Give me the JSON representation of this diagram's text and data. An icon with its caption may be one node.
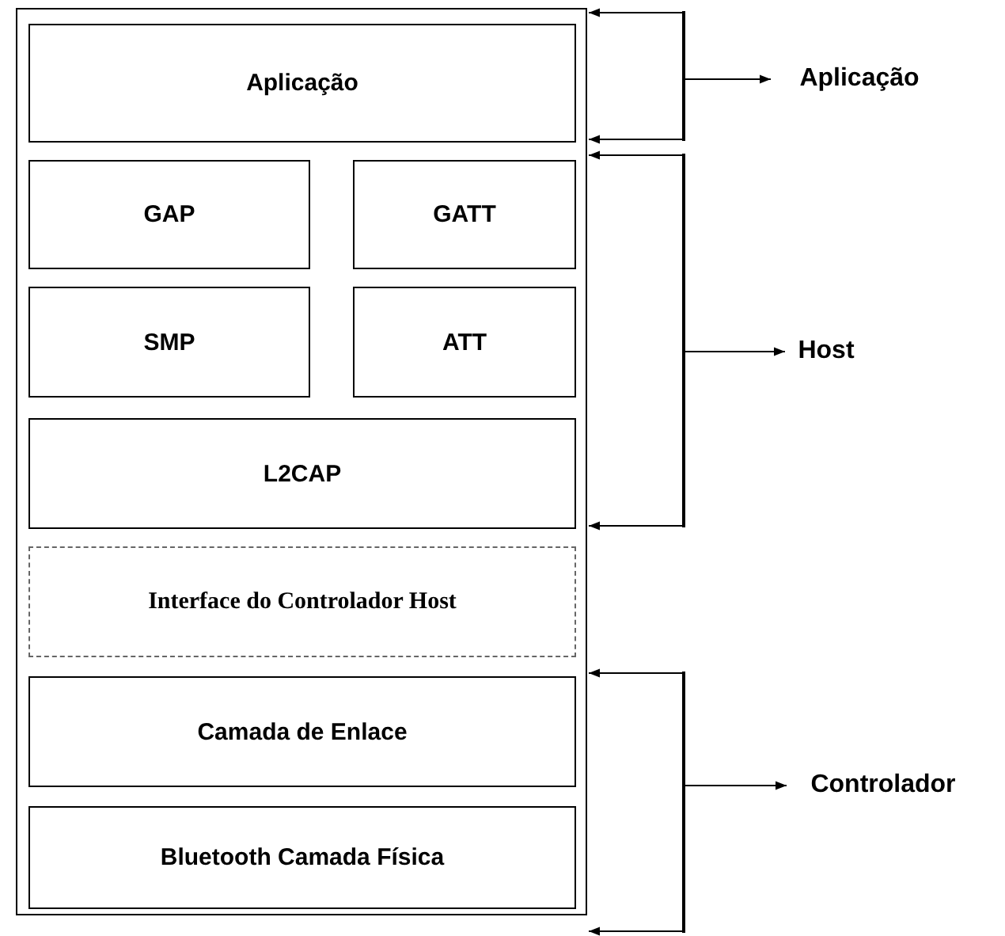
{
  "diagram": {
    "nodes": [
      {
        "text": [],
        "shape": "box"
      },
      {
        "text": [
          "Aplicação"
        ],
        "in": 0
      },
      {
        "text": [
          "GAP"
        ],
        "in": 0
      },
      {
        "text": [
          "GATT"
        ],
        "in": 0
      },
      {
        "text": [
          "SMP"
        ],
        "in": 0
      },
      {
        "text": [
          "ATT"
        ],
        "in": 0
      },
      {
        "text": [
          "L2CAP"
        ],
        "in": 0
      },
      {
        "text": [
          "Interface do Controlador Host"
        ],
        "in": 0
      },
      {
        "text": [
          "Camada de Enlace"
        ],
        "in": 0
      },
      {
        "text": [
          "Bluetooth Camada Física"
        ],
        "in": 0
      },
      {
        "text": [],
        "shape": "bar"
      },
      {
        "text": [
          "Aplicação"
        ]
      },
      {
        "text": [],
        "shape": "bar"
      },
      {
        "text": [
          "Host"
        ]
      },
      {
        "text": [],
        "shape": "bar"
      },
      {
        "text": [
          "Controlador"
        ]
      }
    ],
    "edges": [
      {
        "from": 10,
        "to": 0,
        "arrow": "to"
      },
      {
        "from": 10,
        "to": 0,
        "arrow": "to"
      },
      {
        "from": 10,
        "to": 11,
        "arrow": "to"
      },
      {
        "from": 12,
        "to": 0,
        "arrow": "to"
      },
      {
        "from": 12,
        "to": 0,
        "arrow": "to"
      },
      {
        "from": 12,
        "to": 13,
        "arrow": "to"
      },
      {
        "from": 14,
        "to": 0,
        "arrow": "to"
      },
      {
        "from": 14,
        "to": 0,
        "arrow": "to"
      },
      {
        "from": 14,
        "to": 15,
        "arrow": "to"
      }
    ]
  }
}
